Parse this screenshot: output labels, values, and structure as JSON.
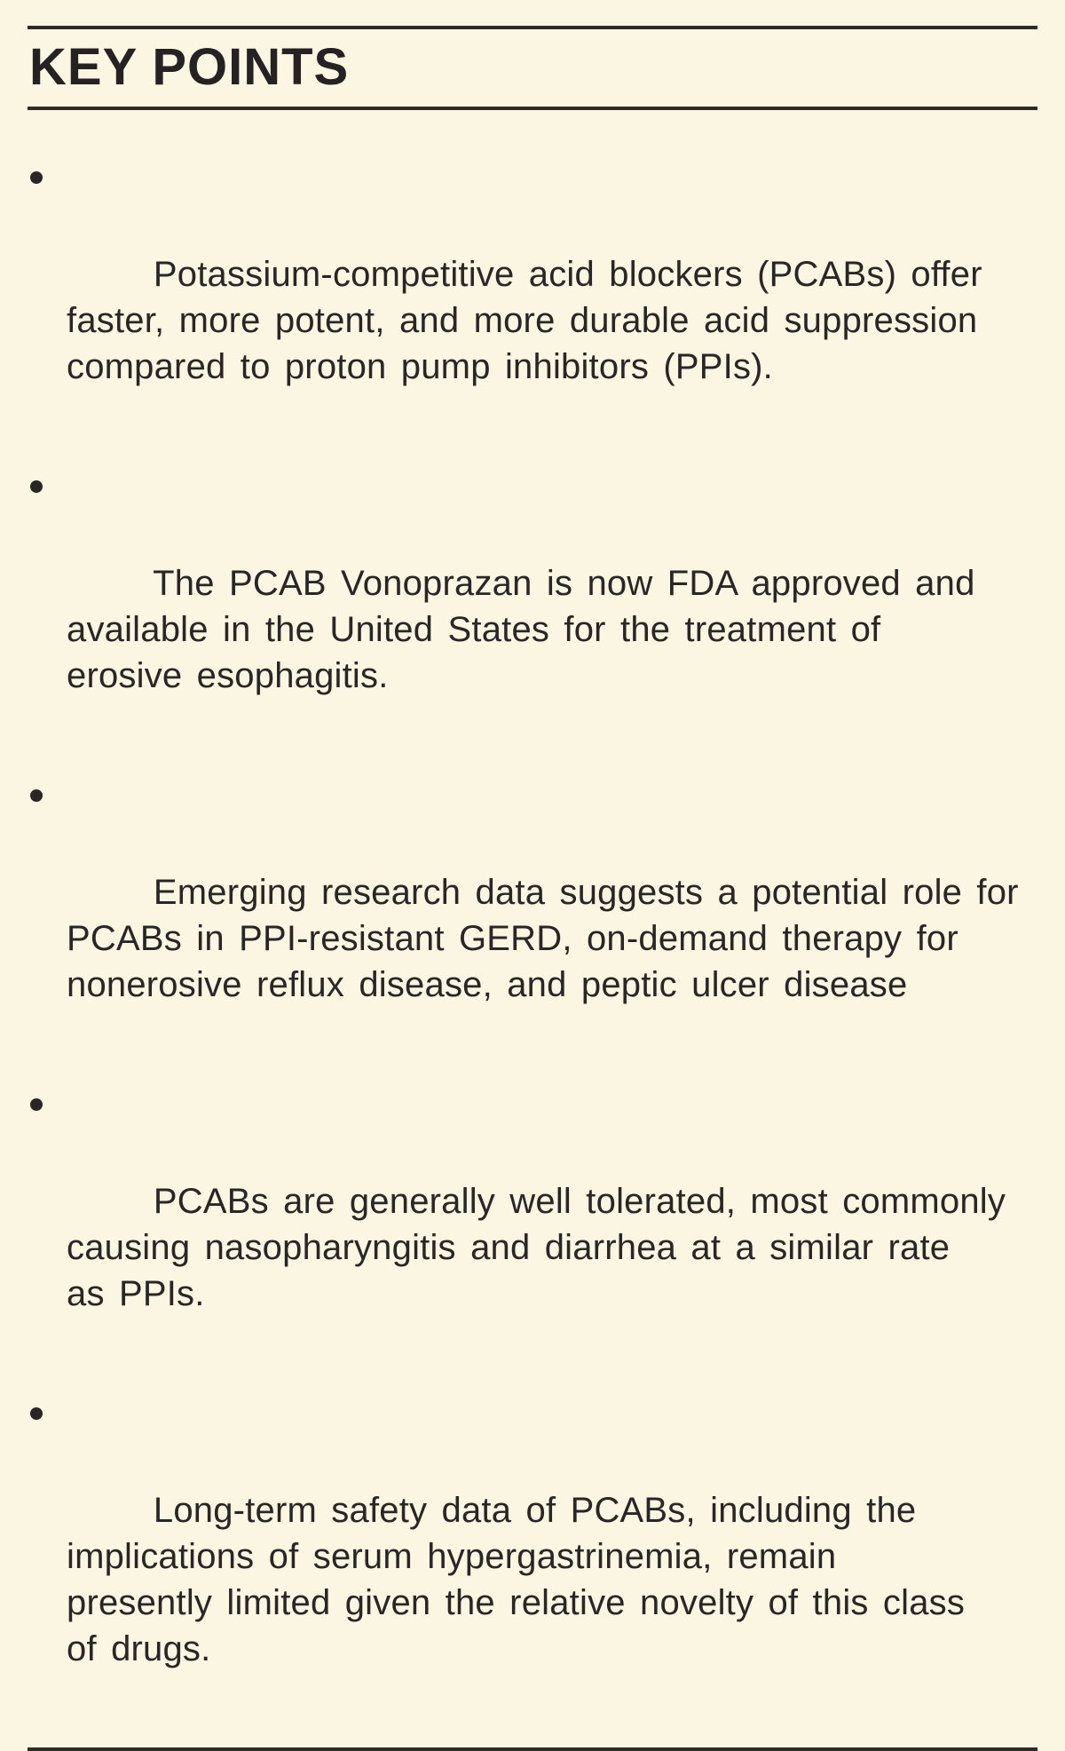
{
  "page": {
    "background_color": "#FBF6E2",
    "text_color": "#2A2627",
    "rule_color": "#2E2A26"
  },
  "header": {
    "title": "KEY POINTS"
  },
  "bullets": [
    "Potassium-competitive acid blockers (PCABs) offer\nfaster, more potent, and more durable acid suppression\ncompared to proton pump inhibitors (PPIs).",
    "The PCAB Vonoprazan is now FDA approved and\navailable in the United States for the treatment of\nerosive esophagitis.",
    "Emerging research data suggests a potential role for\nPCABs in PPI-resistant GERD, on-demand therapy for\nnonerosive reflux disease, and peptic ulcer disease",
    "PCABs are generally well tolerated, most commonly\ncausing nasopharyngitis and diarrhea at a similar rate\nas PPIs.",
    "Long-term safety data of PCABs, including the\nimplications of serum hypergastrinemia, remain\npresently limited given the relative novelty of this class\nof drugs."
  ]
}
